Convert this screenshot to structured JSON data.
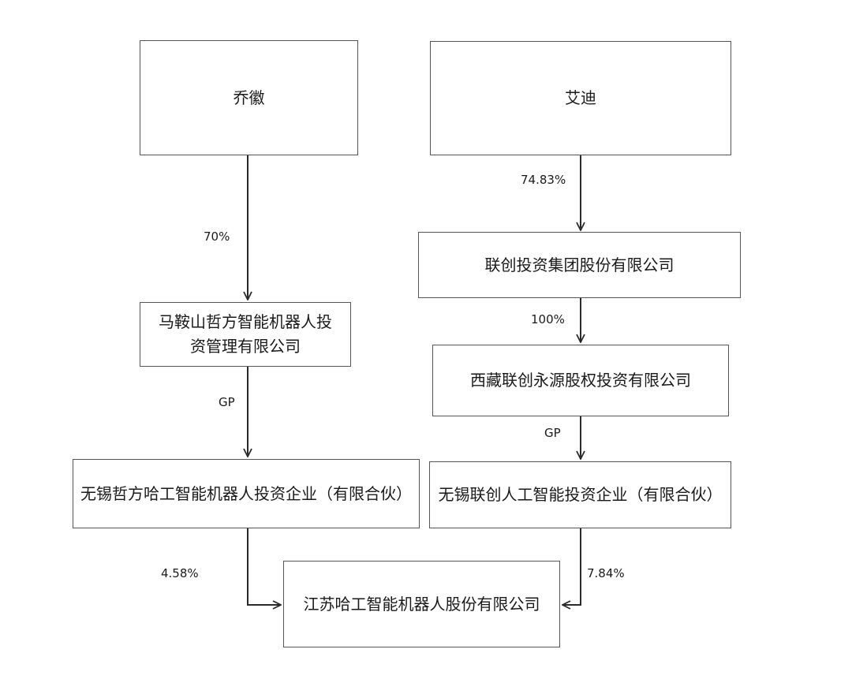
{
  "nodes": {
    "qiao_hui": "乔徽",
    "ai_di": "艾迪",
    "lianchuang_group": "联创投资集团股份有限公司",
    "maanshan_line1": "马鞍山哲方智能机器人投",
    "maanshan_line2": "资管理有限公司",
    "xizang_lianchuang": "西藏联创永源股权投资有限公司",
    "wuxi_zhefang": "无锡哲方哈工智能机器人投资企业（有限合伙）",
    "wuxi_lianchuang": "无锡联创人工智能投资企业（有限合伙）",
    "jiangsu_hagong": "江苏哈工智能机器人股份有限公司"
  },
  "edges": {
    "qiao_to_maanshan": "70%",
    "aidi_to_group": "74.83%",
    "group_to_xizang": "100%",
    "maanshan_to_wuxi": "GP",
    "xizang_to_wuxi": "GP",
    "wuxi_zhefang_to_jiangsu": "4.58%",
    "wuxi_lianchuang_to_jiangsu": "7.84%"
  },
  "colors": {
    "line": "#2a2a2a",
    "border": "#555555"
  }
}
